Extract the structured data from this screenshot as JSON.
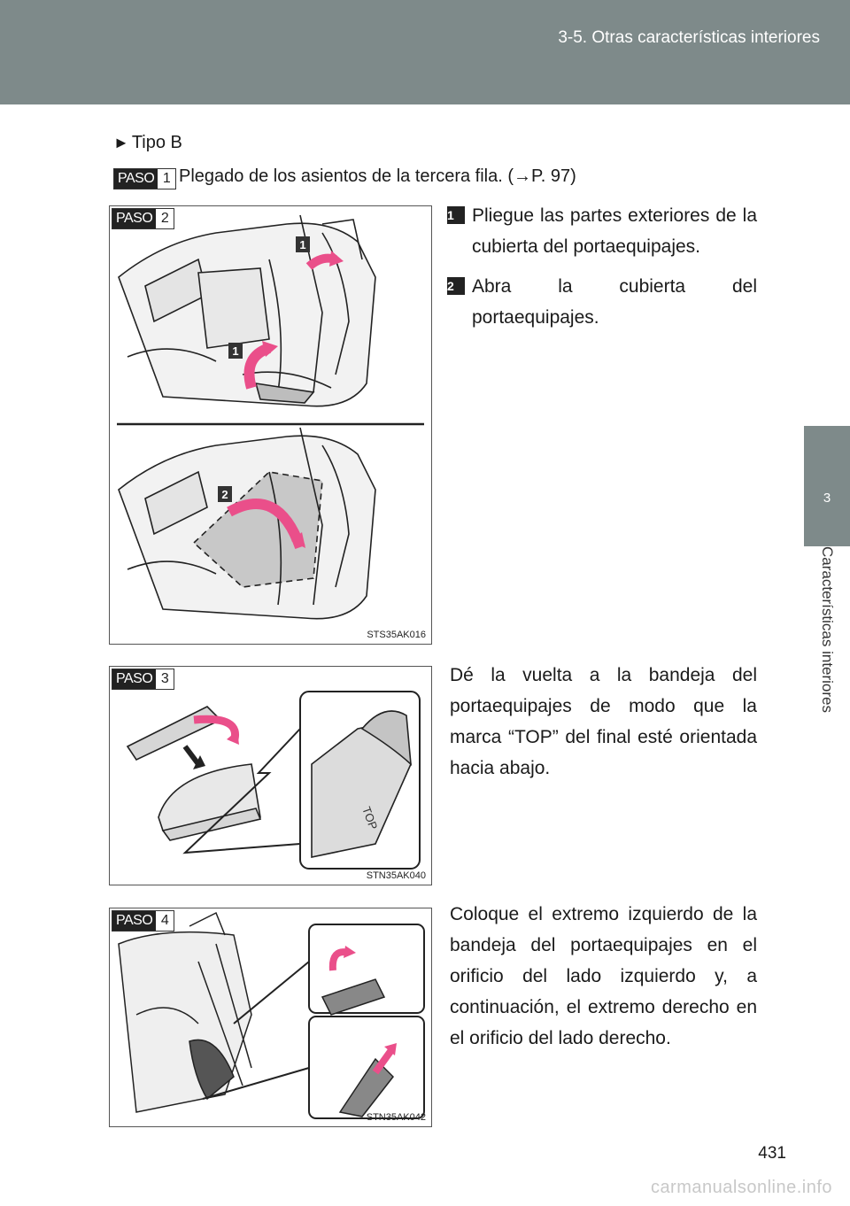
{
  "header": {
    "title": "3-5. Otras características interiores"
  },
  "side_tab": {
    "number": "3",
    "label": "Características interiores"
  },
  "type_line": {
    "arrow": "►",
    "label": "Tipo B"
  },
  "steps": [
    {
      "word": "PASO",
      "num": "1",
      "text": "Plegado de los asientos de la tercera fila. (→P. 97)"
    },
    {
      "word": "PASO",
      "num": "2",
      "items": [
        {
          "num": "1",
          "text": "Pliegue las partes exteriores de la cubierta del portaequipajes."
        },
        {
          "num": "2",
          "text": "Abra la cubierta del portaequipajes."
        }
      ],
      "figure_code": "STS35AK016",
      "callouts": [
        "1",
        "1",
        "2"
      ]
    },
    {
      "word": "PASO",
      "num": "3",
      "text": "Dé la vuelta a la bandeja del portaequipajes de modo que la marca “TOP” del final esté orientada hacia abajo.",
      "figure_code": "STN35AK040",
      "mark": "TOP"
    },
    {
      "word": "PASO",
      "num": "4",
      "text": "Coloque el extremo izquierdo de la bandeja del portaequipajes en el orificio del lado izquierdo y, a continuación, el extremo derecho en el orificio del lado derecho.",
      "figure_code": "STN35AK042"
    }
  ],
  "page_number": "431",
  "watermark": "carmanualsonline.info"
}
